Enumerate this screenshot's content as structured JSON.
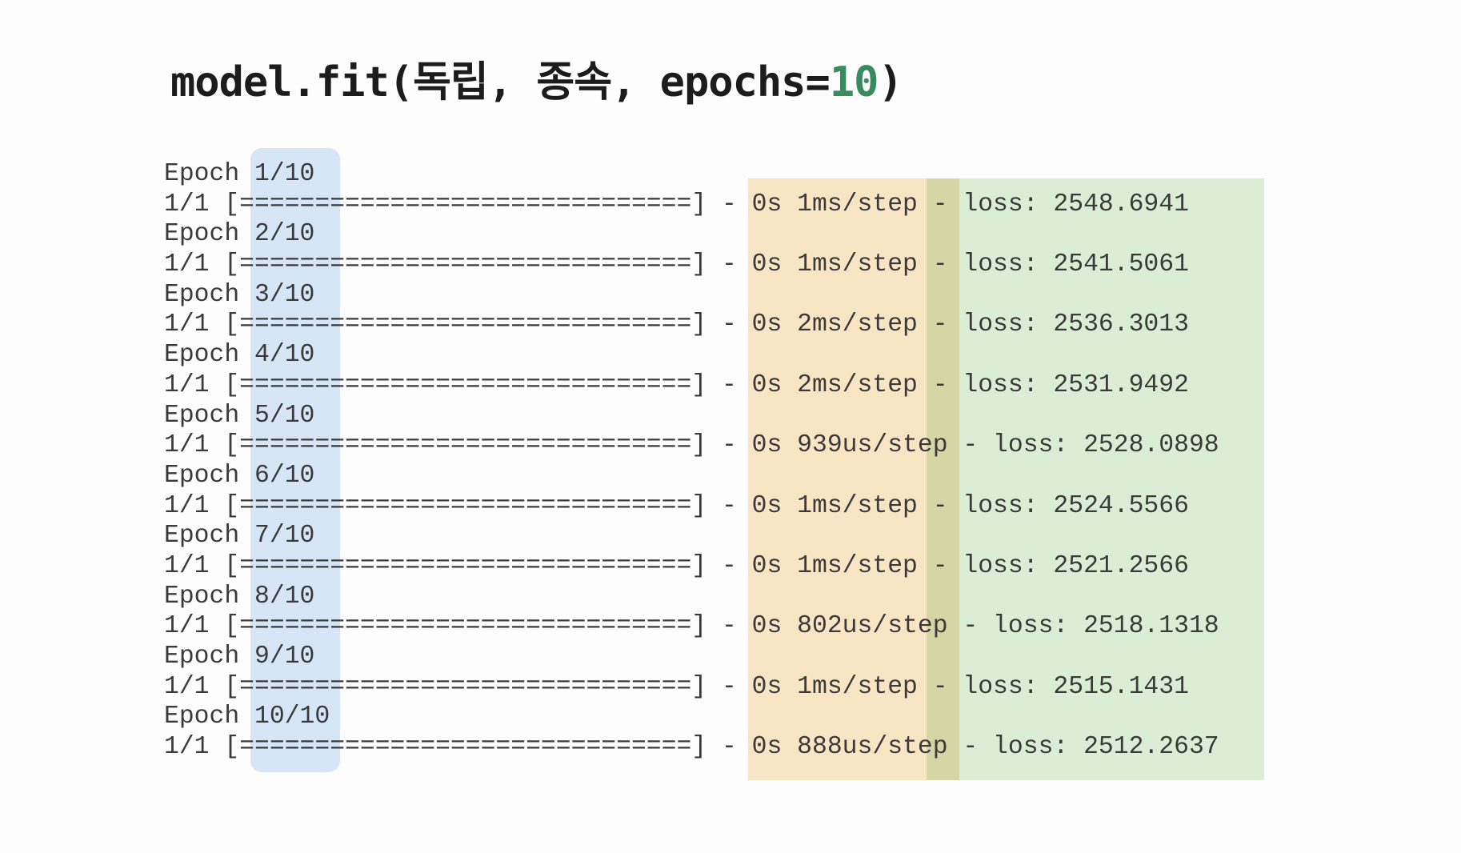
{
  "title": {
    "prefix": "model.fit(독립, 종속, epochs=",
    "epochs_value": "10",
    "suffix": ")"
  },
  "console": {
    "format": {
      "epoch_prefix": "Epoch ",
      "bar_prefix": "1/1 [",
      "bar_char": "=",
      "bar_count": 30,
      "bar_suffix": "] - ",
      "sep": " - ",
      "loss_prefix": "loss: "
    },
    "epochs": [
      {
        "epoch": "1/10",
        "time": "0s 1ms/step",
        "loss": "2548.6941"
      },
      {
        "epoch": "2/10",
        "time": "0s 1ms/step",
        "loss": "2541.5061"
      },
      {
        "epoch": "3/10",
        "time": "0s 2ms/step",
        "loss": "2536.3013"
      },
      {
        "epoch": "4/10",
        "time": "0s 2ms/step",
        "loss": "2531.9492"
      },
      {
        "epoch": "5/10",
        "time": "0s 939us/step",
        "loss": "2528.0898"
      },
      {
        "epoch": "6/10",
        "time": "0s 1ms/step",
        "loss": "2524.5566"
      },
      {
        "epoch": "7/10",
        "time": "0s 1ms/step",
        "loss": "2521.2566"
      },
      {
        "epoch": "8/10",
        "time": "0s 802us/step",
        "loss": "2518.1318"
      },
      {
        "epoch": "9/10",
        "time": "0s 1ms/step",
        "loss": "2515.1431"
      },
      {
        "epoch": "10/10",
        "time": "0s 888us/step",
        "loss": "2512.2637"
      }
    ]
  },
  "colors": {
    "background": "#fdfdfd",
    "text": "#3a3a3a",
    "accent_green": "#3a8a5f",
    "epoch_highlight": "#d7e6f7",
    "time_highlight": "#f8e5c3",
    "overlap_highlight": "#d6d5a5",
    "loss_highlight": "#dcedd5",
    "title_color": "#1c1c1c"
  }
}
